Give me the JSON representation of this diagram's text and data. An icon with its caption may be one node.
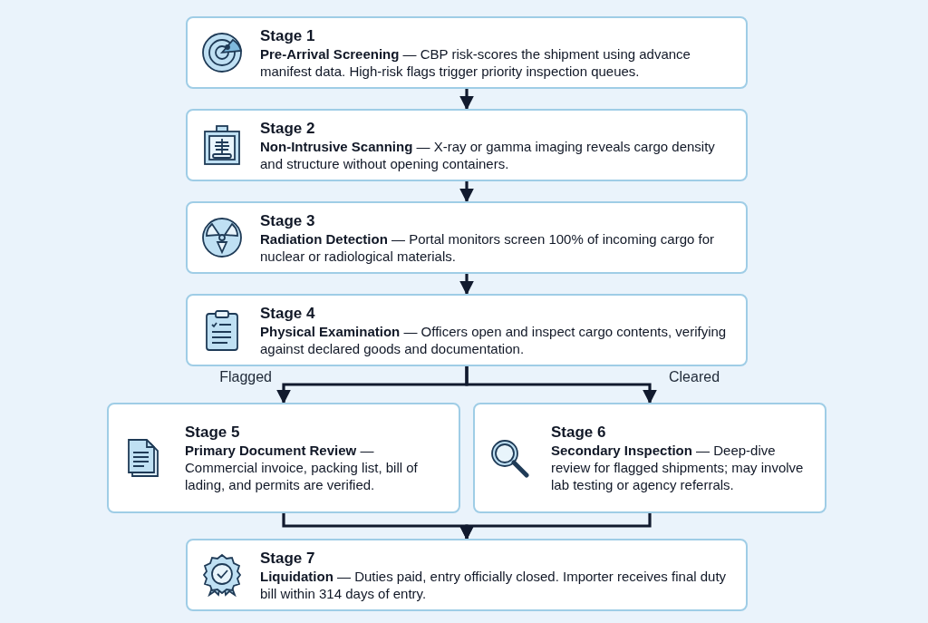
{
  "diagram": {
    "nodes": [
      {
        "text": [
          "Stage 1",
          "**Pre-Arrival Screening** — CBP risk-scores the shipment using advance manifest data. High-risk flags trigger priority inspection queues."
        ]
      },
      {
        "text": [
          "Stage 2",
          "**Non-Intrusive Scanning** — X-ray or gamma imaging reveals cargo density and structure without opening containers."
        ]
      },
      {
        "text": [
          "Stage 3",
          "**Radiation Detection** — Portal monitors screen 100% of incoming cargo for nuclear or radiological materials."
        ]
      },
      {
        "text": [
          "Stage 4",
          "**Physical Examination** — Officers open and inspect cargo contents, verifying against declared goods and documentation."
        ]
      },
      {
        "text": [
          "Stage 5",
          "**Primary Document Review** — Commercial invoice, packing list, bill of lading, and permits are verified."
        ]
      },
      {
        "text": [
          "Stage 6",
          "**Secondary Inspection** — Deep-dive review for flagged shipments; may involve lab testing or agency referrals."
        ]
      },
      {
        "text": [
          "Stage 7",
          "**Liquidation** — Duties paid, entry officially closed. Importer receives final duty bill within 314 days of entry."
        ]
      }
    ],
    "edges": [
      {
        "from": 0,
        "to": 1,
        "arrow": "to"
      },
      {
        "from": 1,
        "to": 2,
        "arrow": "to"
      },
      {
        "from": 2,
        "to": 3,
        "arrow": "to"
      },
      {
        "from": 3,
        "to": 4,
        "arrow": "to",
        "label": "Flagged"
      },
      {
        "from": 3,
        "to": 5,
        "arrow": "to",
        "label": "Cleared"
      },
      {
        "from": 4,
        "to": 6,
        "arrow": "to"
      },
      {
        "from": 5,
        "to": 6,
        "arrow": "to"
      }
    ]
  }
}
